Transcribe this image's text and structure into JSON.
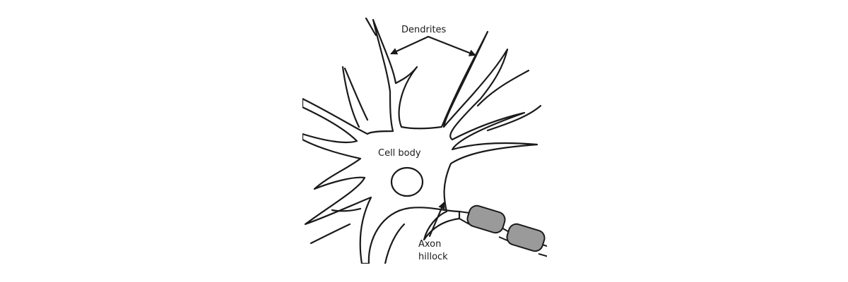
{
  "diagram": {
    "labels": {
      "dendrites": "Dendrites",
      "cell_body": "Cell body",
      "axon_line1": "Axon",
      "axon_line2": "hillock"
    },
    "colors": {
      "outline": "#1a1a1a",
      "myelin_fill": "#9a9a9a",
      "background": "#ffffff"
    }
  }
}
